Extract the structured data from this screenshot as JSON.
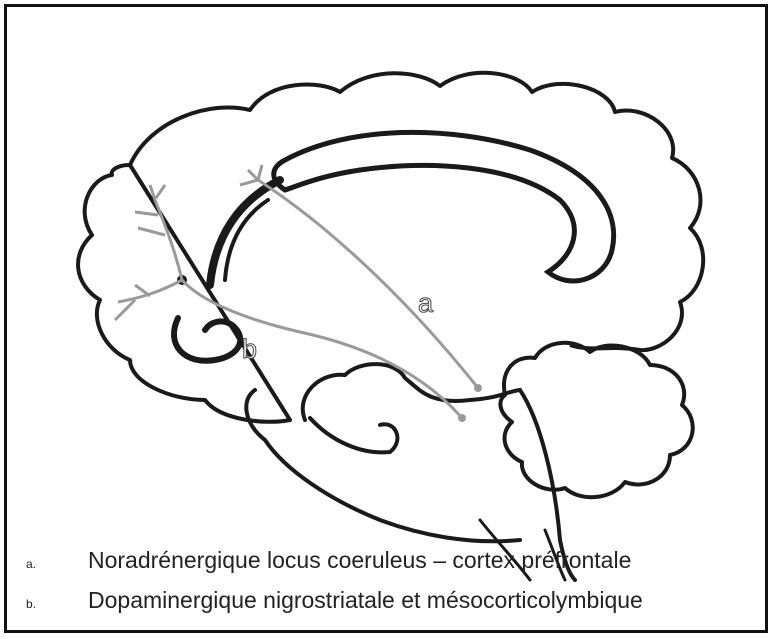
{
  "diagram": {
    "labels": {
      "a": "a",
      "b": "b"
    },
    "legend": [
      {
        "key": "a.",
        "text": "Noradrénergique locus coeruleus – cortex préfrontale"
      },
      {
        "key": "b.",
        "text": "Dopaminergique nigrostriatale et mésocorticolymbique"
      }
    ],
    "colors": {
      "outline": "#1a1a1a",
      "pathway": "#9a9a9a",
      "background": "#ffffff"
    }
  }
}
